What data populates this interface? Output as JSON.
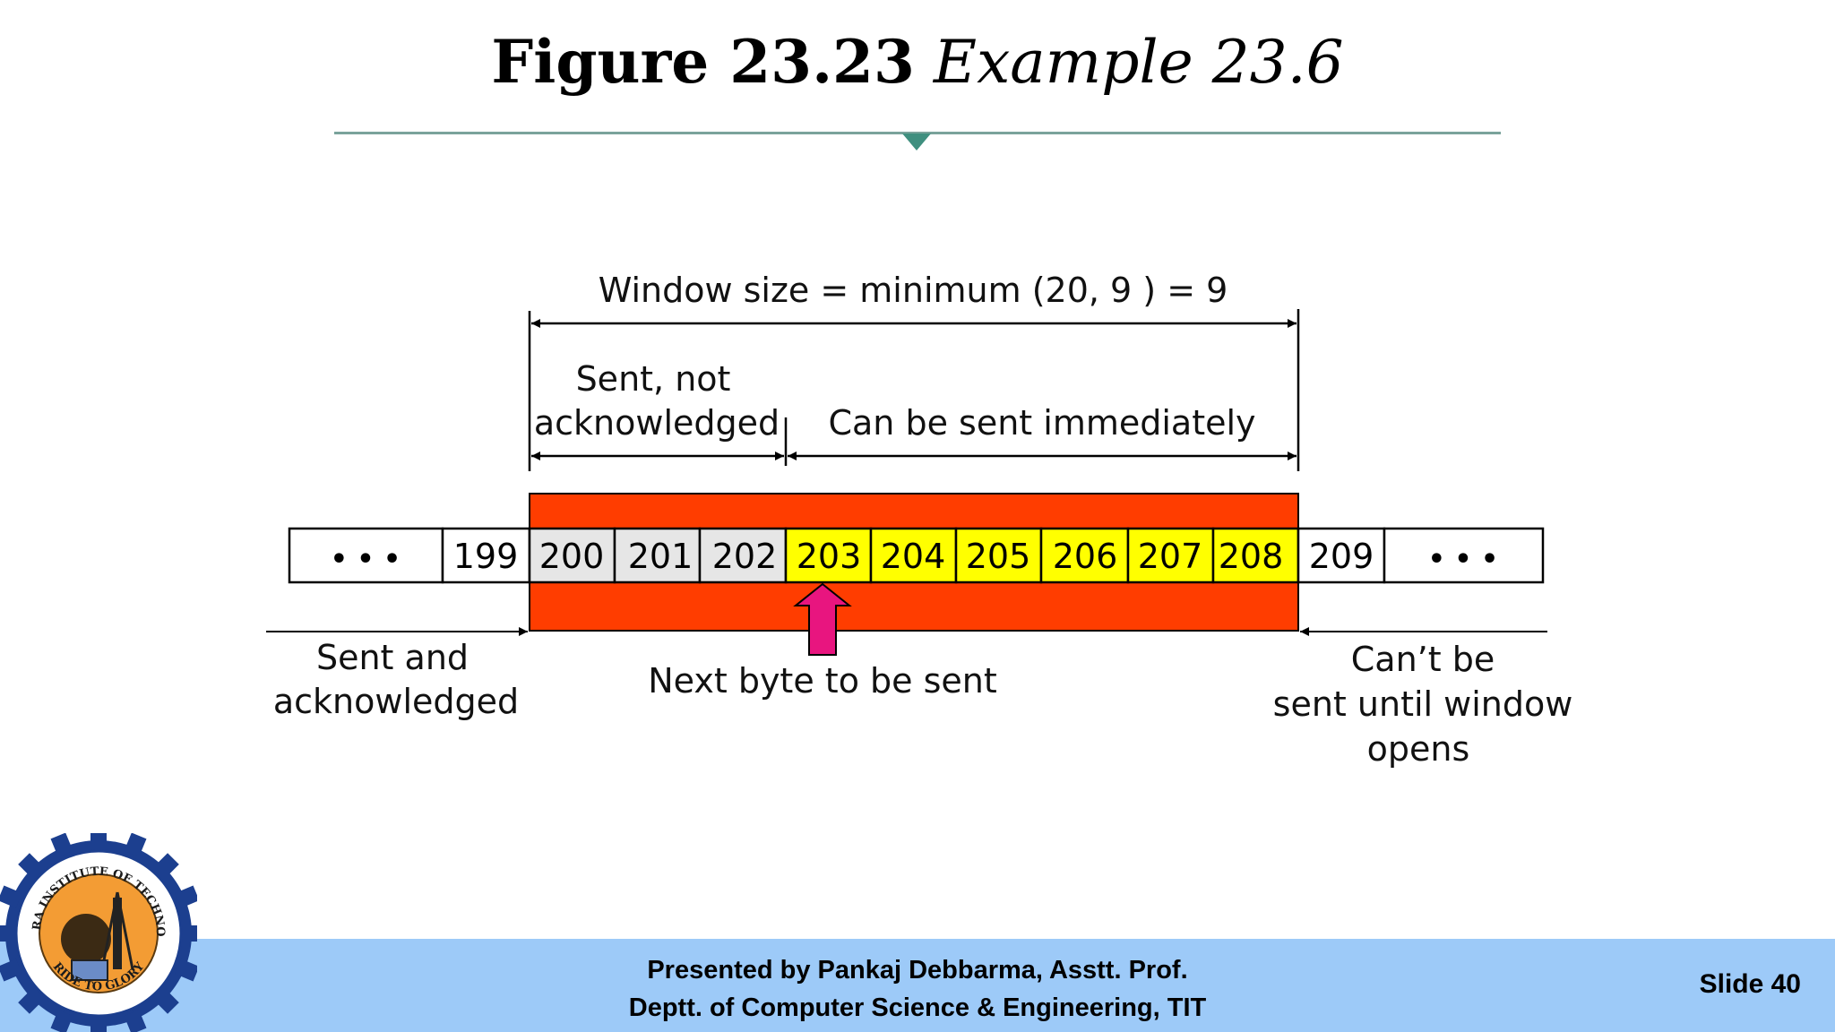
{
  "slide": {
    "title_bold": "Figure 23.23",
    "title_italic": "Example 23.6",
    "presenter": "Presented by Pankaj Debbarma, Asstt. Prof.",
    "department": "Deptt. of Computer Science & Engineering, TIT",
    "slide_number": "Slide 40"
  },
  "diagram": {
    "window_label": "Window size = minimum (20, 9 ) = 9",
    "sent_not_ack_line1": "Sent, not",
    "sent_not_ack_line2": "acknowledged",
    "can_send_label": "Can be sent immediately",
    "sent_ack_line1": "Sent and",
    "sent_ack_line2": "acknowledged",
    "next_byte_label": "Next byte to be sent",
    "cant_send_line1": "Can’t be",
    "cant_send_line2": "sent until window",
    "cant_send_line3": "opens",
    "ellipsis": "• • •",
    "bytes_before": [
      "199"
    ],
    "bytes_sent_unacked": [
      "200",
      "201",
      "202"
    ],
    "bytes_sendable": [
      "203",
      "204",
      "205",
      "206",
      "207",
      "208"
    ],
    "bytes_after": [
      "209"
    ]
  },
  "colors": {
    "window_fill": "#ff3d00",
    "sendable_fill": "#ffff00",
    "unacked_fill": "#e6e6e6",
    "arrow_fill": "#e8157f",
    "footer_fill": "#9dcaf8",
    "rule_color": "#7aa39b"
  },
  "logo": {
    "text_top": "TRIPURA INSTITUTE OF TECHNOLOGY",
    "text_bottom": "RIDE TO GLORY"
  }
}
